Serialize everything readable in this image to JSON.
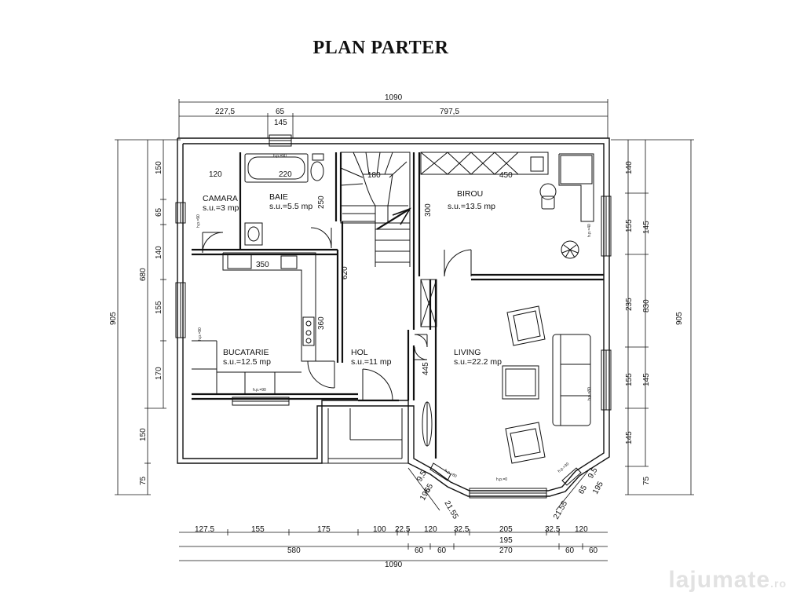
{
  "title": "PLAN PARTER",
  "rooms": [
    {
      "id": "camara",
      "name": "CAMARA",
      "area": "s.u.=3 mp"
    },
    {
      "id": "baie",
      "name": "BAIE",
      "area": "s.u.=5.5 mp"
    },
    {
      "id": "birou",
      "name": "BIROU",
      "area": "s.u.=13.5 mp"
    },
    {
      "id": "bucatarie",
      "name": "BUCATARIE",
      "area": "s.u.=12.5 mp"
    },
    {
      "id": "hol",
      "name": "HOL",
      "area": "s.u.=11 mp"
    },
    {
      "id": "living",
      "name": "LIVING",
      "area": "s.u.=22.2 mp"
    }
  ],
  "dims": {
    "top_total": "1090",
    "top_a": "227,5",
    "top_b": "65",
    "top_c": "797,5",
    "top_d": "145",
    "bot_1": "127.5",
    "bot_2": "155",
    "bot_3": "175",
    "bot_4": "100",
    "bot_5": "22.5",
    "bot_6": "120",
    "bot_7": "32.5",
    "bot_8": "205",
    "bot_9": "32.5",
    "bot_10": "120",
    "bot_11": "195",
    "bot2_1": "580",
    "bot2_2": "60",
    "bot2_3": "60",
    "bot2_4": "270",
    "bot2_5": "60",
    "bot2_6": "60",
    "bot_total": "1090",
    "left_total": "905",
    "left_680": "680",
    "left_150a": "150",
    "left_65": "65",
    "left_140": "140",
    "left_155": "155",
    "left_170": "170",
    "left_150b": "150",
    "left_75": "75",
    "right_total": "905",
    "right_830": "830",
    "right_140": "140",
    "right_155a": "155",
    "right_145a": "145",
    "right_235": "235",
    "right_155b": "155",
    "right_145b": "145",
    "right_145c": "145",
    "right_75": "75",
    "in_120": "120",
    "in_220": "220",
    "in_180": "180",
    "in_450": "450",
    "in_250": "250",
    "in_300": "300",
    "in_350": "350",
    "in_620": "620",
    "in_360": "360",
    "in_445": "445",
    "bay_9_5a": "9,5",
    "bay_65a": "65",
    "bay_195a": "195",
    "bay_21_55a": "21.55",
    "bay_21_55b": "21.55",
    "bay_65b": "65",
    "bay_9_5b": "9,5",
    "bay_195b": "195"
  },
  "hp_labels": {
    "hp_90": "h.p.=90",
    "hp_40": "h.p.=40",
    "hp_80": "h.p.=80",
    "hp_30": "h.p.=30",
    "hp_0": "h.p.=0"
  },
  "watermark": {
    "brand": "lajumate",
    "suffix": ".ro"
  },
  "colors": {
    "line": "#111111",
    "watermark": "#e2e2e2"
  }
}
